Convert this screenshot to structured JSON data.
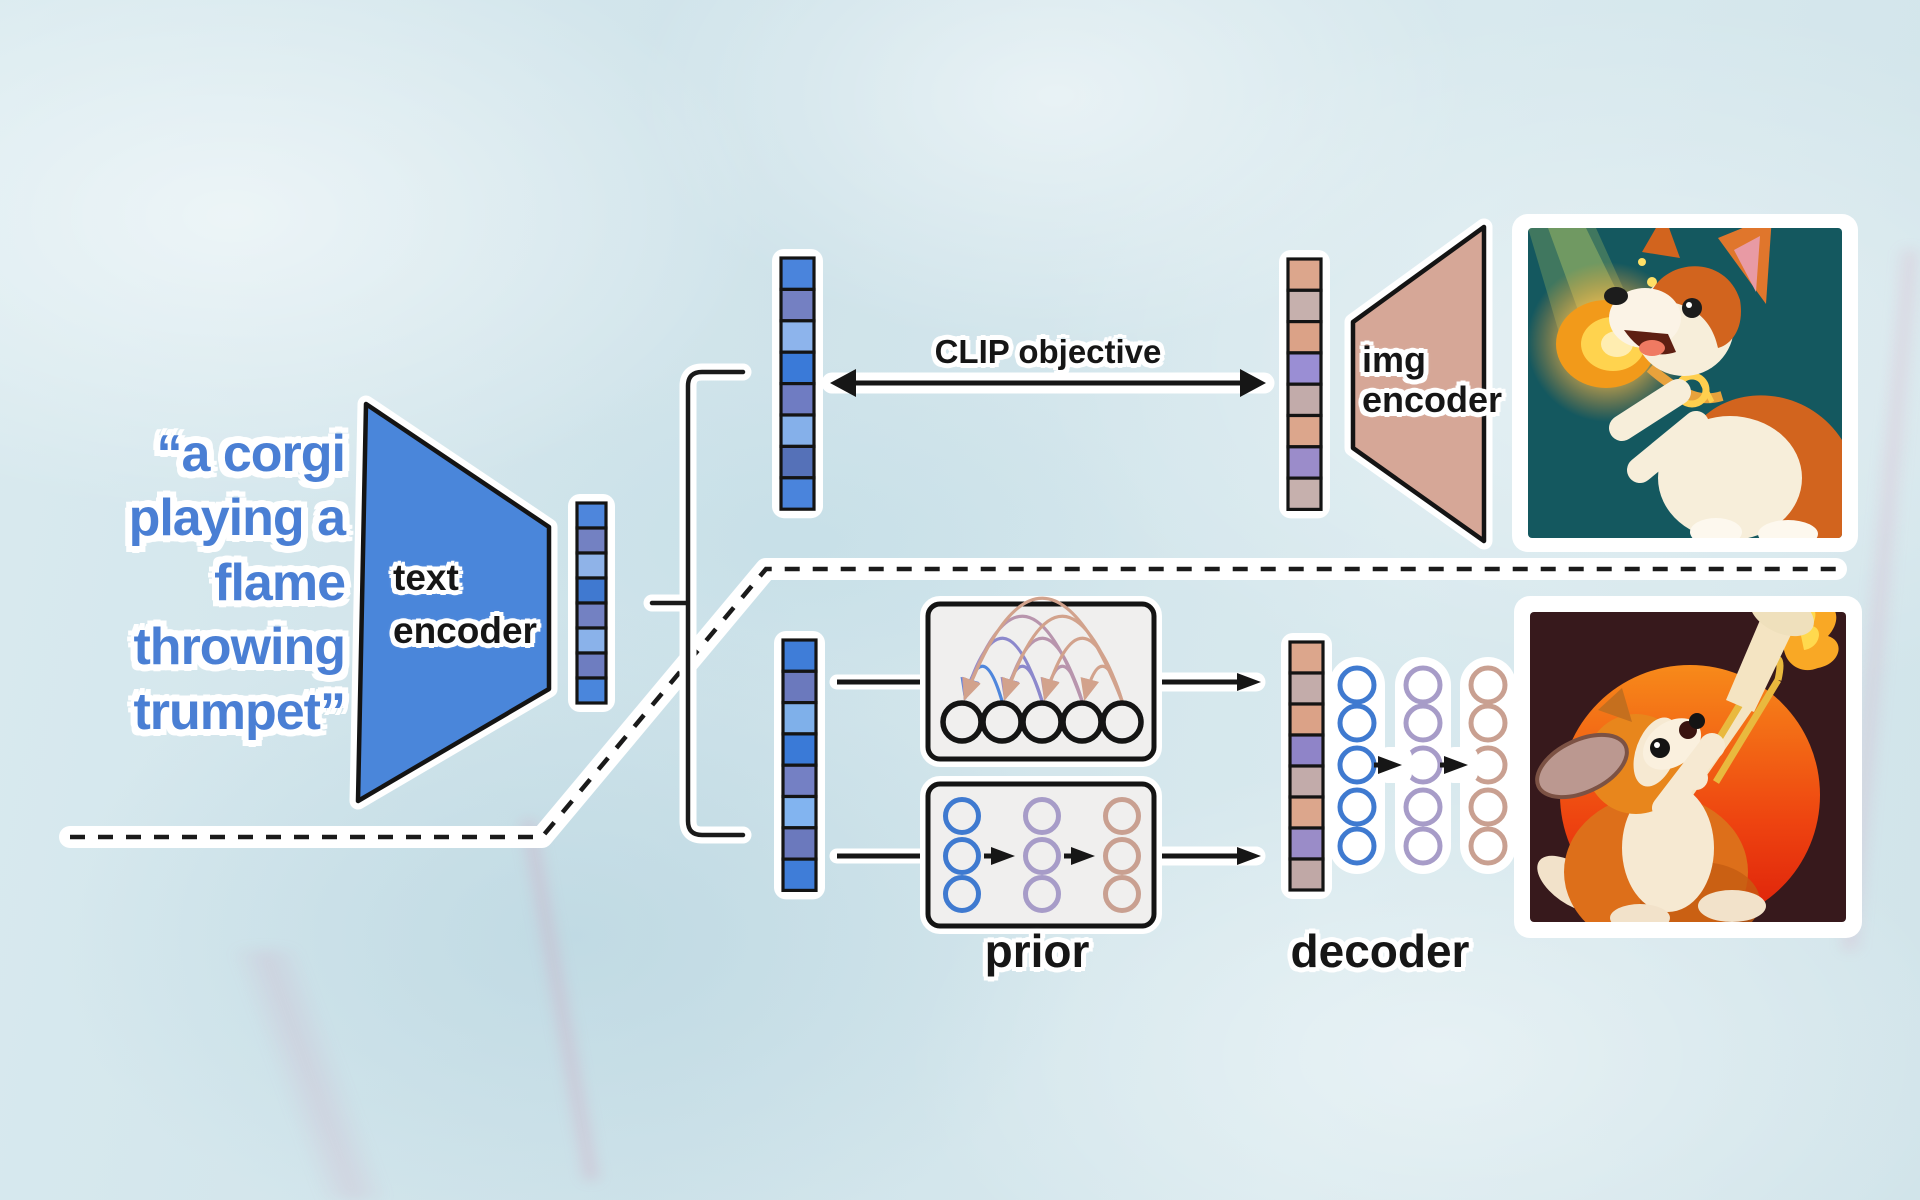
{
  "colors": {
    "background": "#d3e6ec",
    "prompt_blue": "#4a7fd4",
    "encoder_blue": "#4a86da",
    "encoder_tan": "#d6a797",
    "box_fill": "#f0efee",
    "line_black": "#1a1a1a",
    "circle_blue": "#3f7ad0",
    "circle_purple": "#a79cc8",
    "circle_tan": "#c9a091",
    "top_image_bg": "#14585f",
    "bottom_image_bg": "#37191c",
    "bottom_image_sun": "#f5821c"
  },
  "prompt": {
    "lines": [
      "“a corgi",
      "playing a",
      "flame",
      "throwing",
      "trumpet”"
    ]
  },
  "labels": {
    "text_encoder_line1": "text",
    "text_encoder_line2": "encoder",
    "clip_objective": "CLIP objective",
    "img_encoder_line1": "img",
    "img_encoder_line2": "encoder",
    "prior": "prior",
    "decoder": "decoder"
  },
  "embeddings": {
    "text_feature_small": {
      "cells": [
        "#4e86dc",
        "#7381c2",
        "#8fb3e8",
        "#4079d0",
        "#7381c2",
        "#8ab2ea",
        "#6e7dc0",
        "#4a86dc"
      ]
    },
    "text_embedding_top": {
      "cells": [
        "#4a84dc",
        "#7480c2",
        "#8db4ec",
        "#3a7ad8",
        "#6f7cc2",
        "#85b0ea",
        "#5571b8",
        "#4a84dc"
      ]
    },
    "image_embedding": {
      "cells": [
        "#dca68c",
        "#c6b0ad",
        "#dba287",
        "#9a8ed4",
        "#c2abaa",
        "#dca68c",
        "#9b8cca",
        "#c6b0ad"
      ]
    },
    "text_embedding_bottom": {
      "cells": [
        "#3f7dd8",
        "#6b79bd",
        "#7fb0ea",
        "#3a7ad7",
        "#7480c4",
        "#82b4f0",
        "#6b79bd",
        "#3f7dd8"
      ]
    },
    "predicted_image_embedding": {
      "cells": [
        "#dca68c",
        "#c3acaa",
        "#dba287",
        "#8f84c8",
        "#c2abaa",
        "#dca68c",
        "#9a8cc8",
        "#c0a8a6"
      ]
    }
  },
  "prior_box": {
    "autoregressive_circle_count": 5,
    "arc_colors_by_source": [
      "#4f86dc",
      "#8c88cc",
      "#b895ad",
      "#d2a28c"
    ],
    "diffusion_grid": {
      "cols": 3,
      "rows": 3,
      "column_colors": [
        "#3f7ad0",
        "#a79cc8",
        "#c9a091"
      ]
    }
  },
  "decoder_box": {
    "grid": {
      "cols": 3,
      "rows": 5,
      "column_colors": [
        "#3f7ad0",
        "#a79cc8",
        "#c9a091"
      ]
    }
  }
}
